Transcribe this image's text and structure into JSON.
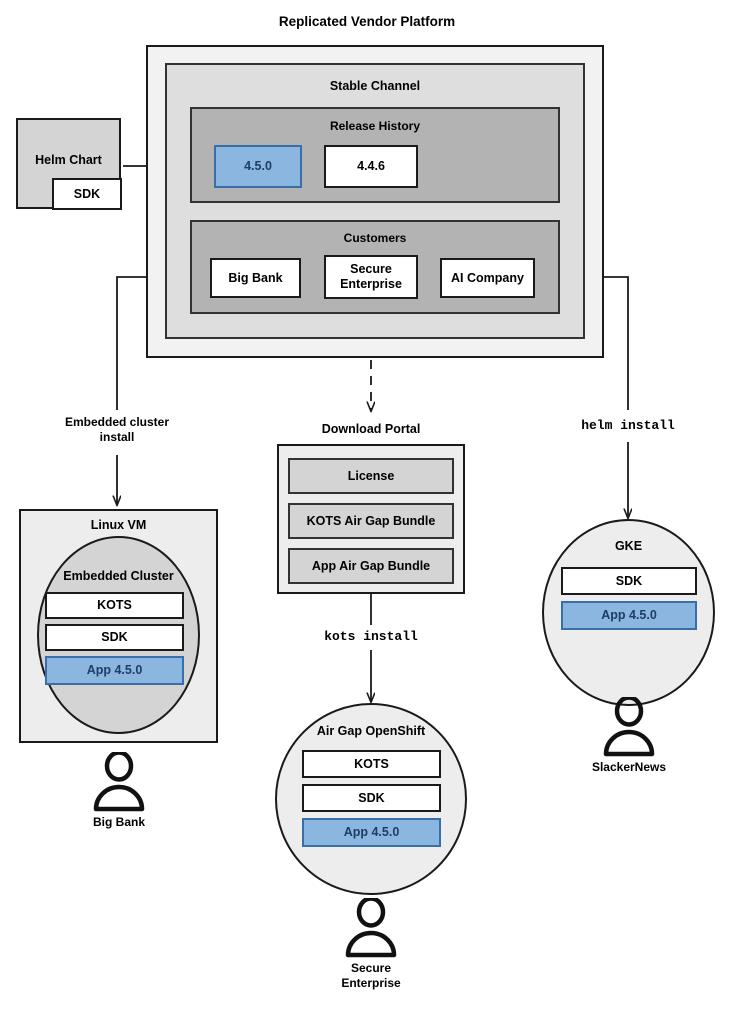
{
  "diagram": {
    "title": "Replicated Vendor Platform",
    "source": {
      "helm_chart_label": "Helm Chart",
      "sdk_label": "SDK"
    },
    "platform": {
      "channel_title": "Stable Channel",
      "release_history": {
        "title": "Release History",
        "releases": [
          {
            "version": "4.5.0",
            "highlighted": true
          },
          {
            "version": "4.4.6",
            "highlighted": false
          }
        ]
      },
      "customers": {
        "title": "Customers",
        "items": [
          {
            "name": "Big Bank"
          },
          {
            "name": "Secure\nEnterprise"
          },
          {
            "name": "AI Company"
          }
        ]
      }
    },
    "edge_labels": {
      "embedded_cluster_install": "Embedded cluster\ninstall",
      "kots_install": "kots install",
      "helm_install": "helm install"
    },
    "download_portal": {
      "title": "Download Portal",
      "artifacts": [
        "License",
        "KOTS Air Gap Bundle",
        "App Air Gap Bundle"
      ]
    },
    "targets": [
      {
        "id": "linux-vm",
        "title": "Linux VM",
        "inner_title": "Embedded Cluster",
        "components": [
          {
            "label": "KOTS",
            "highlighted": false
          },
          {
            "label": "SDK",
            "highlighted": false
          },
          {
            "label": "App 4.5.0",
            "highlighted": true
          }
        ],
        "persona": "Big Bank"
      },
      {
        "id": "air-gap-openshift",
        "title": "Air Gap OpenShift",
        "components": [
          {
            "label": "KOTS",
            "highlighted": false
          },
          {
            "label": "SDK",
            "highlighted": false
          },
          {
            "label": "App 4.5.0",
            "highlighted": true
          }
        ],
        "persona": "Secure\nEnterprise"
      },
      {
        "id": "gke",
        "title": "GKE",
        "components": [
          {
            "label": "SDK",
            "highlighted": false
          },
          {
            "label": "App 4.5.0",
            "highlighted": true
          }
        ],
        "persona": "SlackerNews"
      }
    ],
    "colors": {
      "highlight_fill": "#8ab6e0",
      "highlight_border": "#3a6ea8",
      "highlight_text": "#1f3d66",
      "platform_fill": "#f2f2f2",
      "channel_fill": "#dedede",
      "section_fill": "#b3b3b3",
      "stroke": "#1a1a1a"
    }
  }
}
